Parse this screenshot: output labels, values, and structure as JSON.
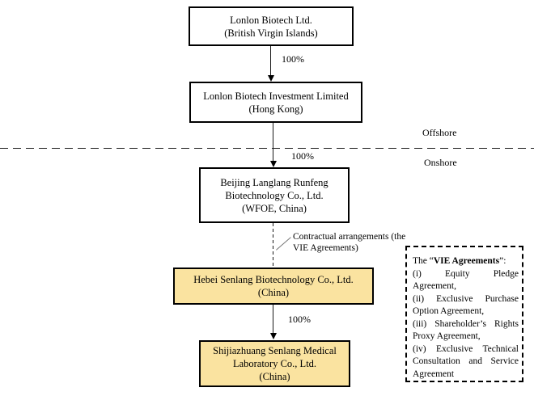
{
  "diagram": {
    "boxes": [
      {
        "key": "parent",
        "lines": [
          "Lonlon Biotech Ltd.",
          "(British Virgin Islands)"
        ]
      },
      {
        "key": "hk",
        "lines": [
          "Lonlon Biotech Investment Limited",
          "(Hong Kong)"
        ]
      },
      {
        "key": "wfoe",
        "lines": [
          "Beijing Langlang Runfeng",
          "Biotechnology Co., Ltd.",
          "(WFOE, China)"
        ]
      },
      {
        "key": "vie",
        "lines": [
          "Hebei Senlang Biotechnology Co., Ltd.",
          "(China)"
        ]
      },
      {
        "key": "subsidiary",
        "lines": [
          "Shijiazhuang Senlang Medical",
          "Laboratory Co., Ltd.",
          "(China)"
        ]
      }
    ],
    "edge_labels": {
      "parent_to_hk": "100%",
      "hk_to_wfoe": "100%",
      "vie_to_subsidiary": "100%"
    },
    "region_labels": {
      "offshore": "Offshore",
      "onshore": "Onshore"
    },
    "callout": {
      "line1": "Contractual arrangements (the",
      "line2": "VIE Agreements)"
    },
    "legend": {
      "title_prefix": "The “",
      "title_bold": "VIE Agreements",
      "title_suffix": "”:",
      "items": [
        "(i) Equity Pledge Agreement,",
        "(ii) Exclusive Purchase Option Agreement,",
        "(iii) Shareholder’s Rights Proxy Agreement,",
        "(iv) Exclusive Technical Consultation and Service Agreement"
      ]
    },
    "colors": {
      "highlight_fill": "#FAE3A0",
      "line_color": "#000000"
    }
  }
}
